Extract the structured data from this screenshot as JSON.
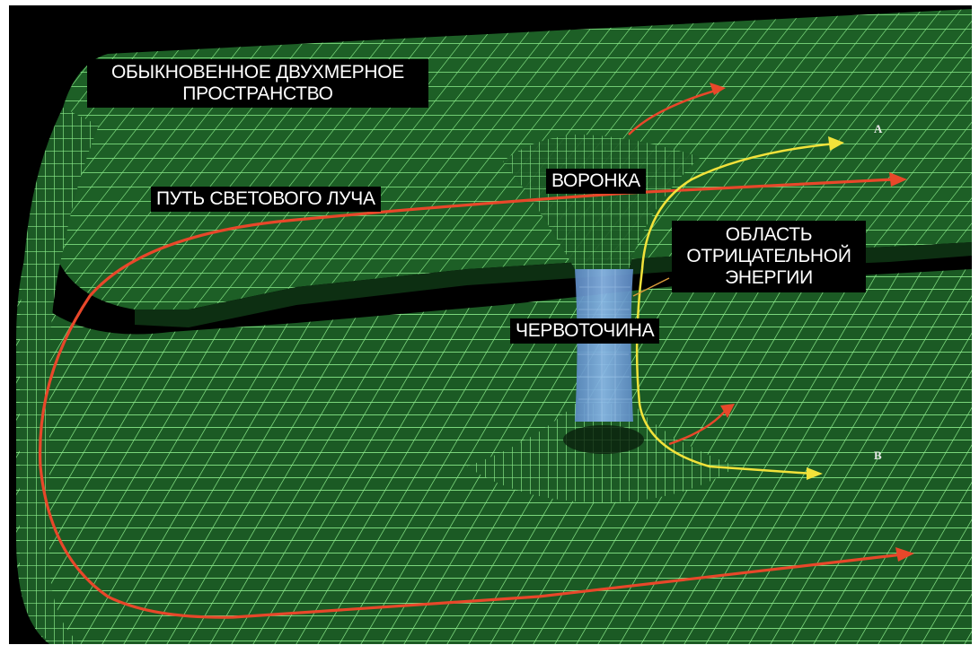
{
  "labels": {
    "space_line1": "ОБЫКНОВЕННОЕ ДВУХМЕРНОЕ",
    "space_line2": "ПРОСТРАНСТВО",
    "funnel": "ВОРОНКА",
    "light_path": "ПУТЬ СВЕТОВОГО ЛУЧА",
    "neg_line1": "ОБЛАСТЬ",
    "neg_line2": "ОТРИЦАТЕЛЬНОЙ",
    "neg_line3": "ЭНЕРГИИ",
    "wormhole": "ЧЕРВОТОЧИНА",
    "point_a": "A",
    "point_b": "B"
  },
  "colors": {
    "background": "#000000",
    "grid": "#7be07b",
    "sheet": "#1f6b2a",
    "light_ray": "#e8472a",
    "yellow_ray": "#f2e23a",
    "throat": "#6fa0d8"
  }
}
